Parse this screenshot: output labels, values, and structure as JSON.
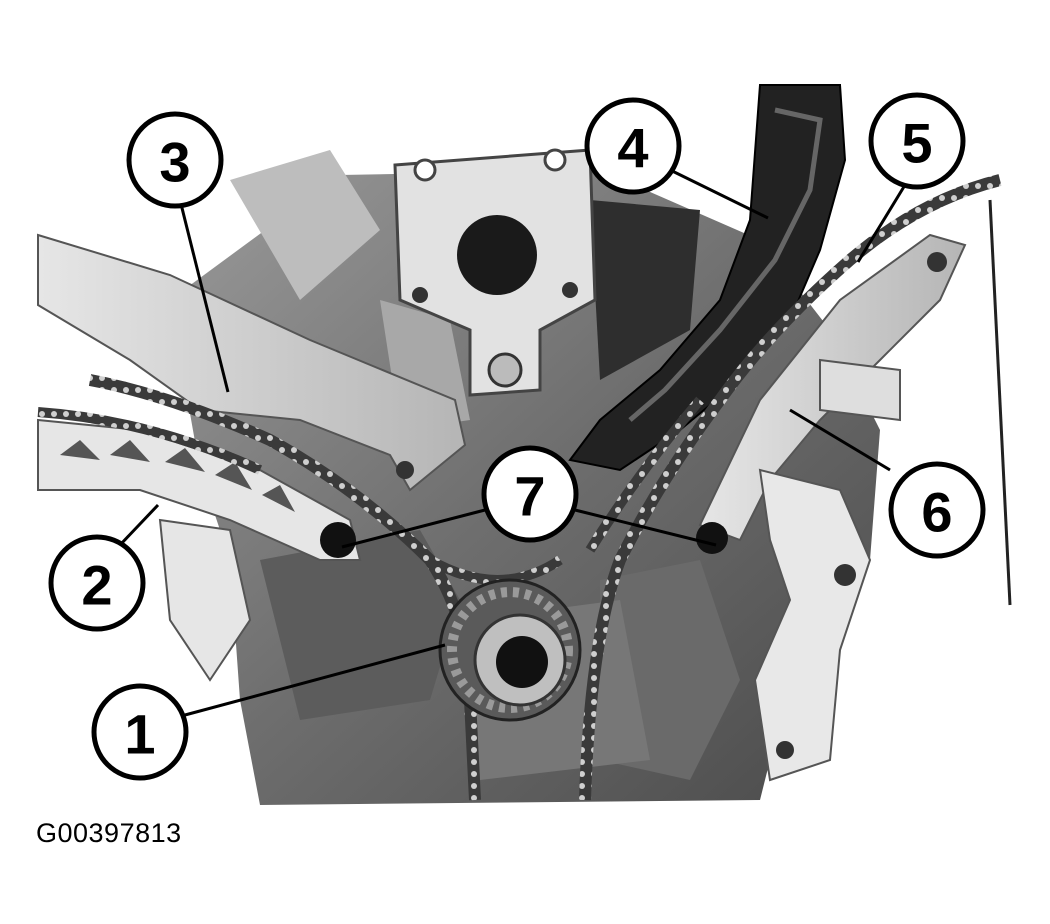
{
  "figure": {
    "id": "G00397813"
  },
  "callouts": [
    {
      "label": "1"
    },
    {
      "label": "2"
    },
    {
      "label": "3"
    },
    {
      "label": "4"
    },
    {
      "label": "5"
    },
    {
      "label": "6"
    },
    {
      "label": "7"
    }
  ],
  "colors": {
    "background": "#ffffff",
    "ink": "#000000",
    "engine_dark": "#4a4a4a",
    "engine_mid": "#8c8c8c",
    "engine_light": "#d9d9d9"
  }
}
